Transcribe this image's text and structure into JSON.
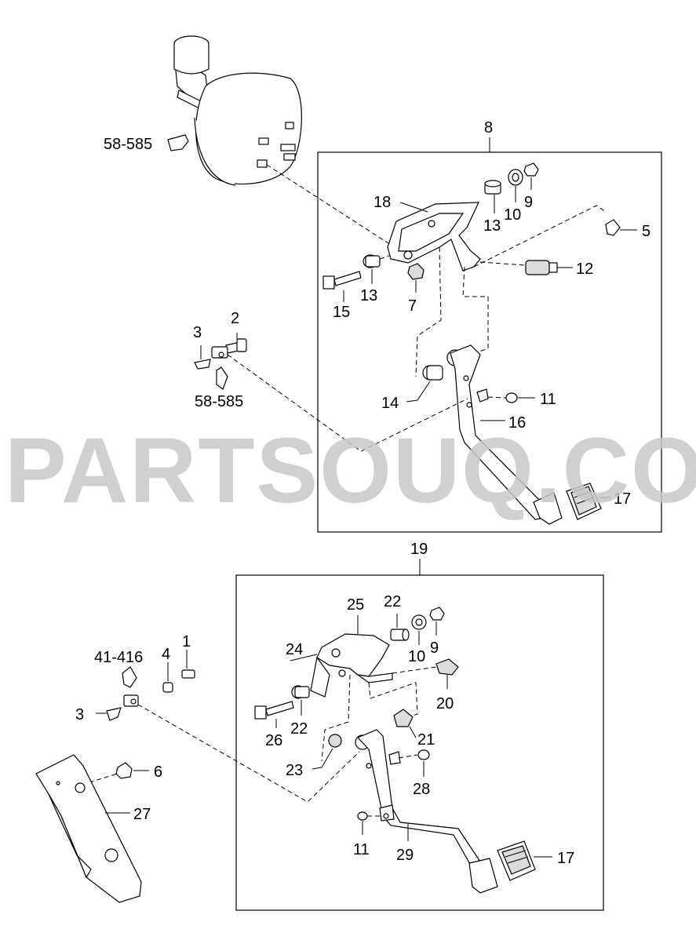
{
  "watermark": "PARTSOUQ.COM",
  "groups": {
    "upper_assembly": "8",
    "lower_assembly": "19"
  },
  "callouts": {
    "ref_58_585_a": "58-585",
    "ref_58_585_b": "58-585",
    "ref_41_416": "41-416",
    "p1": "1",
    "p2": "2",
    "p3_upper": "3",
    "p3_lower": "3",
    "p4": "4",
    "p5": "5",
    "p6": "6",
    "p7": "7",
    "p9_upper": "9",
    "p9_lower": "9",
    "p10_upper": "10",
    "p10_lower": "10",
    "p11_upper": "11",
    "p11_lower": "11",
    "p12": "12",
    "p13_a": "13",
    "p13_b": "13",
    "p14": "14",
    "p15": "15",
    "p16": "16",
    "p17_upper": "17",
    "p17_lower": "17",
    "p18": "18",
    "p20": "20",
    "p21": "21",
    "p22_a": "22",
    "p22_b": "22",
    "p23": "23",
    "p24": "24",
    "p25": "25",
    "p26": "26",
    "p27": "27",
    "p28": "28",
    "p29": "29"
  }
}
